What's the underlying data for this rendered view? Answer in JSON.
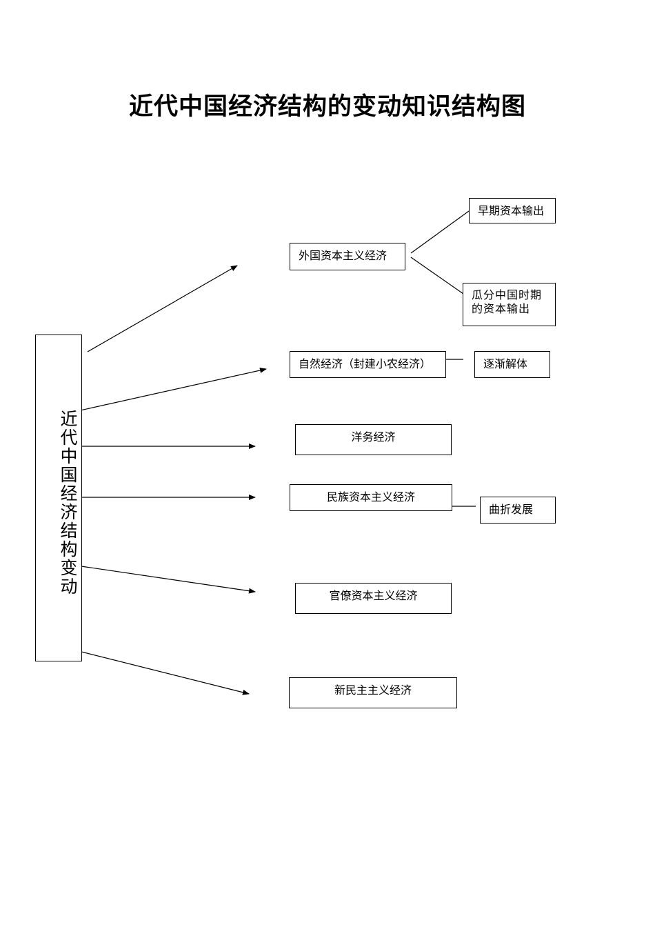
{
  "title": "近代中国经济结构的变动知识结构图",
  "root": {
    "label": "近代中国经济结构变动",
    "chars": [
      "近",
      "代",
      "中",
      "国",
      "经",
      "济",
      "结",
      "构",
      "变",
      "动"
    ]
  },
  "branches": {
    "foreign": "外国资本主义经济",
    "natural": "自然经济（封建小农经济）",
    "westernization": "洋务经济",
    "national": "民族资本主义经济",
    "bureaucratic": "官僚资本主义经济",
    "new_democratic": "新民主主义经济"
  },
  "sub": {
    "early_export": "早期资本输出",
    "partition_export_line1": "瓜分中国时期",
    "partition_export_line2": "的资本输出",
    "disintegrate": "逐渐解体",
    "twists": "曲折发展"
  }
}
